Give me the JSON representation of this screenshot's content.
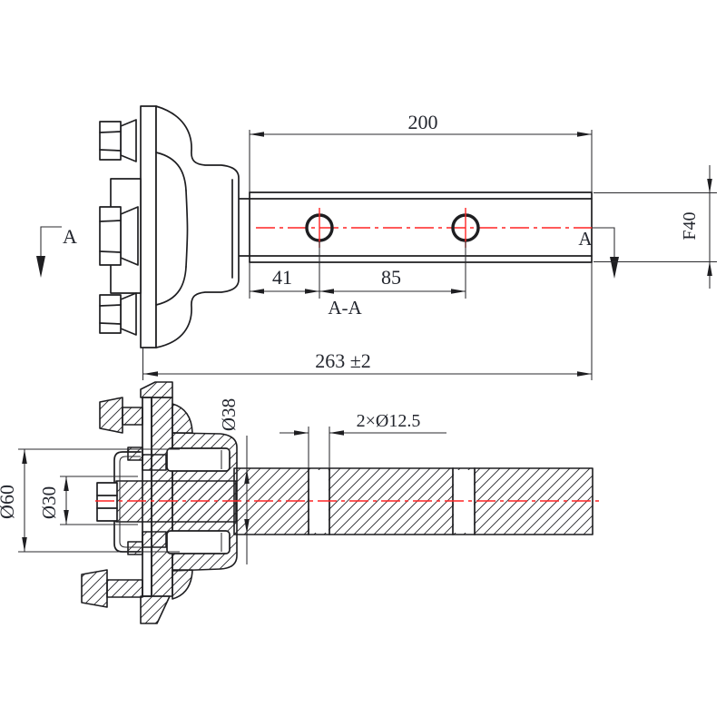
{
  "drawing": {
    "type": "engineering-drawing",
    "subject": "trailer axle hub and square beam, side view with section A-A",
    "colors": {
      "background": "#ffffff",
      "line": "#1e1e21",
      "centerline_red": "#ff2424",
      "text": "#23262e"
    },
    "labels": {
      "dim_beam_length": "200",
      "dim_hole_offset": "41",
      "dim_hole_spacing": "85",
      "dim_overall_length": "263 ±2",
      "dim_beam_height": "F40",
      "section_title": "A-A",
      "section_arrow_left": "A",
      "section_arrow_right": "A",
      "dim_shaft_dia": "Ø38",
      "dim_holes": "2×Ø12.5",
      "dim_flange_dia": "Ø60",
      "dim_spindle_dia": "Ø30"
    }
  }
}
